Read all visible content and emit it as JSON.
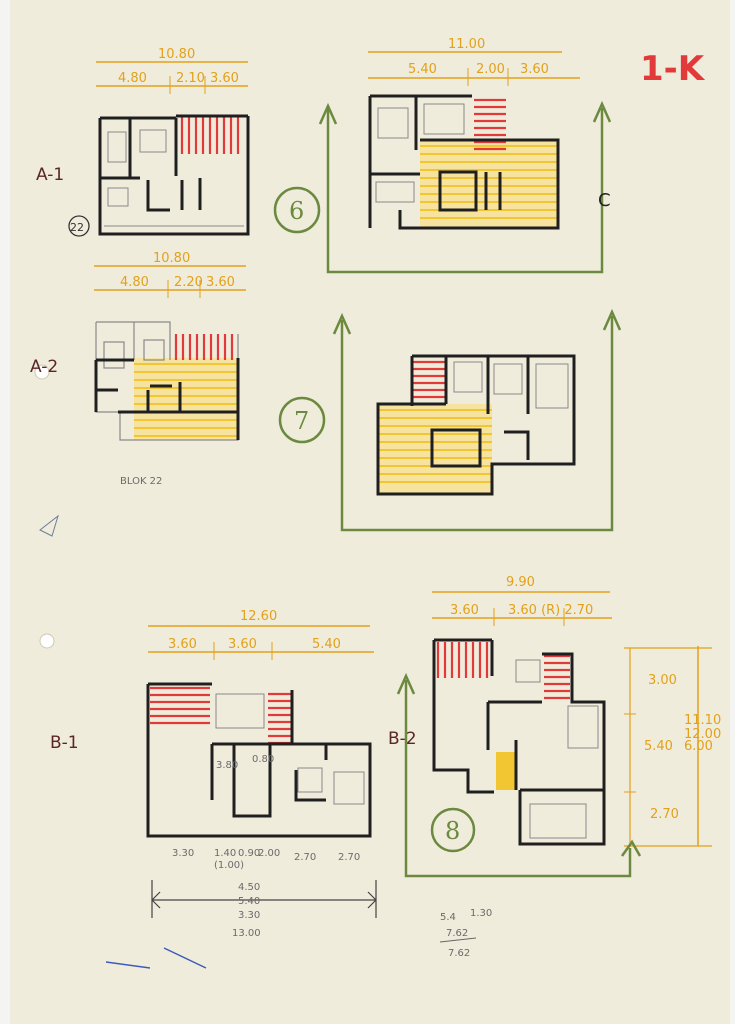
{
  "sheet_code": "1-K",
  "colors": {
    "paper": "#f0ecdc",
    "ink": "#1f1f1f",
    "red": "#e23a3a",
    "yellow": "#f2c533",
    "dimension": "#e3a11a",
    "green": "#6b8a3f",
    "label": "#5a2626"
  },
  "plans": {
    "a1": {
      "label": "A-1",
      "badge": "22",
      "dim_total": "10.80",
      "dim_parts": [
        "4.80",
        "2.10",
        "3.60"
      ]
    },
    "a2": {
      "label": "A-2",
      "caption": "BLOK 22",
      "dim_total": "10.80",
      "dim_parts": [
        "4.80",
        "2.20",
        "3.60"
      ]
    },
    "p6": {
      "number": "6",
      "letter": "C",
      "dim_total": "11.00",
      "dim_parts": [
        "5.40",
        "2.00",
        "3.60"
      ]
    },
    "p7": {
      "number": "7"
    },
    "b1": {
      "label": "B-1",
      "dim_total": "12.60",
      "dim_parts": [
        "3.60",
        "3.60",
        "5.40"
      ],
      "room_notes": [
        "3.80",
        "0.80"
      ],
      "bottom_dims": [
        "3.30",
        "1.40",
        "0.90",
        "2.00",
        "2.70",
        "2.70"
      ],
      "bottom_sub": "(1.00)",
      "calc": [
        "4.50",
        "5.40",
        "3.30",
        "13.00"
      ]
    },
    "b2": {
      "label": "B-2",
      "number": "8",
      "dim_total": "9.90",
      "dim_parts": [
        "3.60",
        "3.60 (R) 2.70"
      ],
      "side_dims": [
        "3.00",
        "5.40",
        "2.70"
      ],
      "side_total": "11.10",
      "side_alt": "12.00",
      "side_alt2": "6.00"
    },
    "notes": {
      "calc": [
        "5.4",
        "1.30",
        "7.62",
        "7.62"
      ]
    }
  }
}
